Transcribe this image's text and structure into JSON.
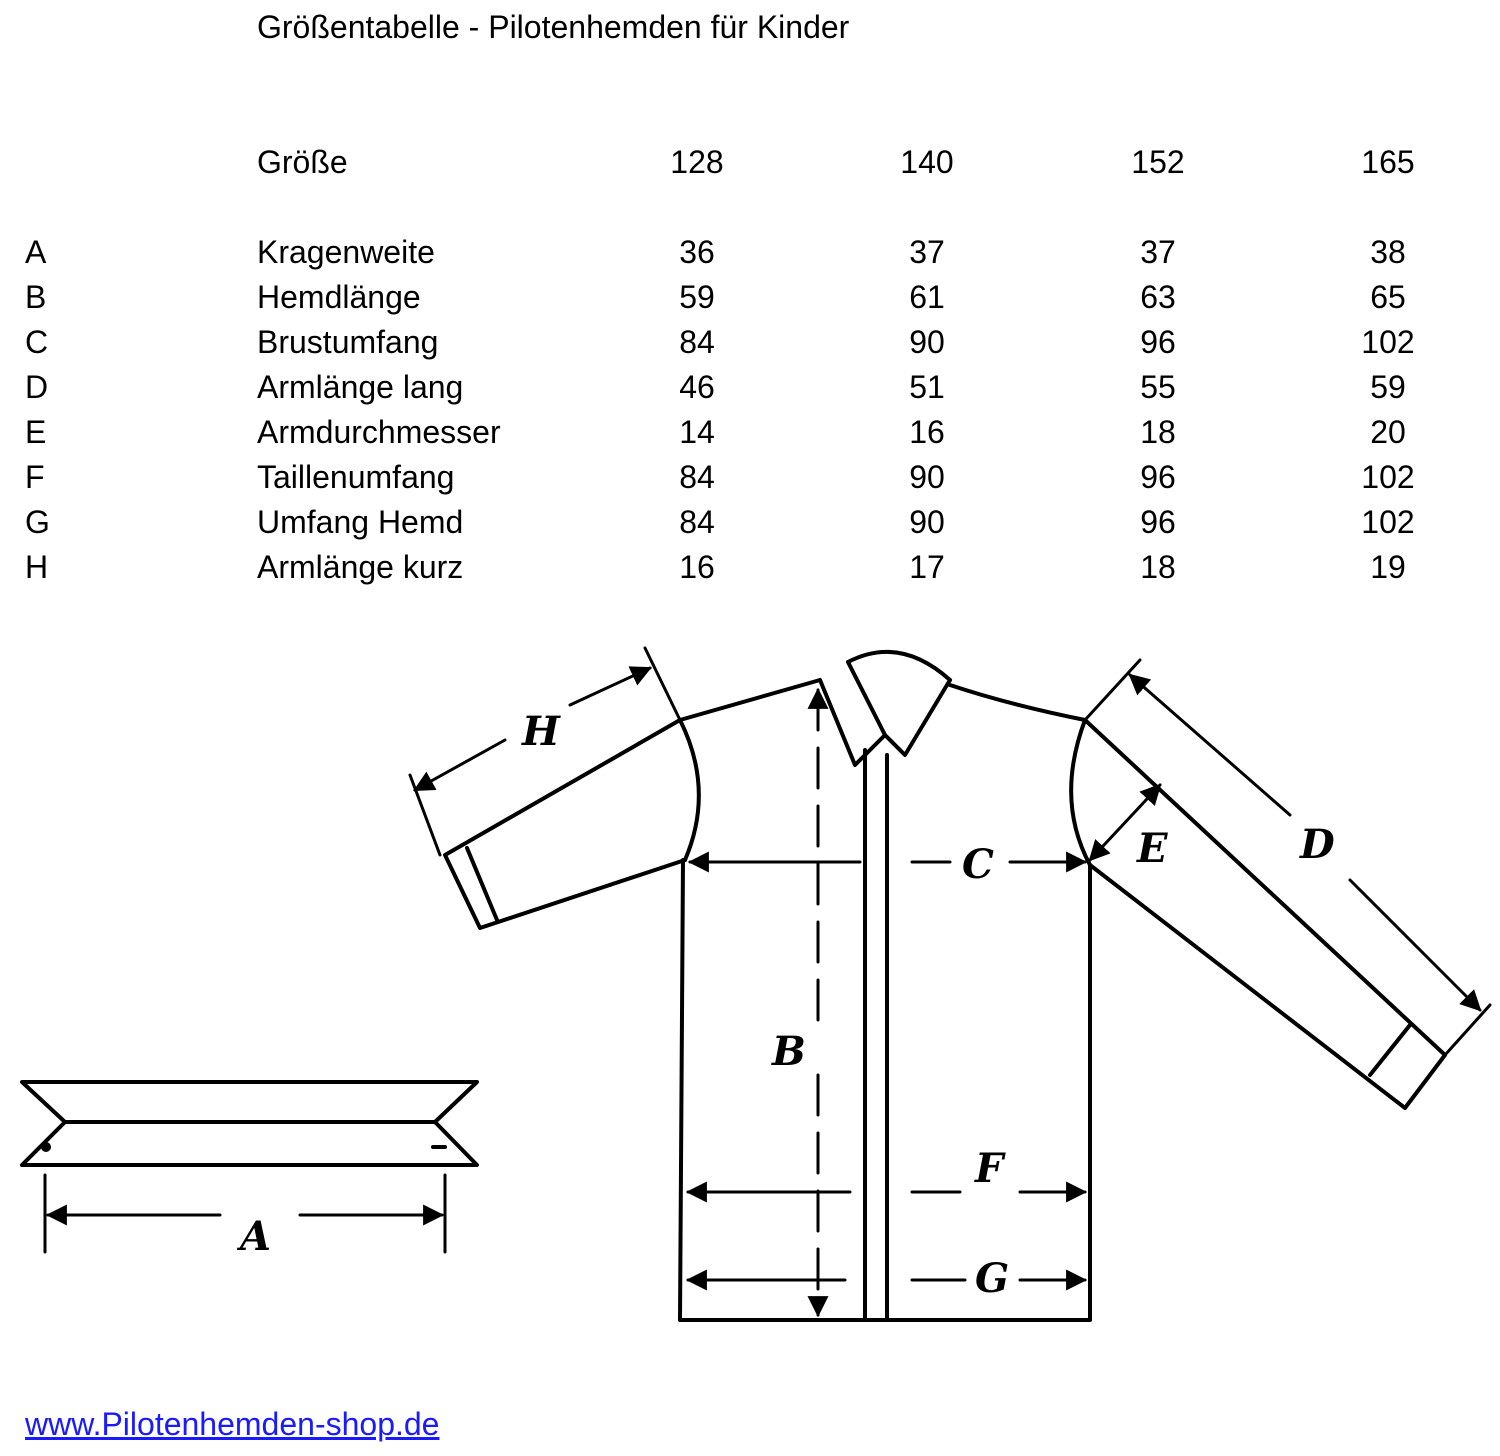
{
  "title": "Größentabelle - Pilotenhemden für Kinder",
  "table": {
    "header_label": "Größe",
    "sizes": [
      "128",
      "140",
      "152",
      "165"
    ],
    "rows": [
      {
        "letter": "A",
        "name": "Kragenweite",
        "values": [
          "36",
          "37",
          "37",
          "38"
        ]
      },
      {
        "letter": "B",
        "name": "Hemdlänge",
        "values": [
          "59",
          "61",
          "63",
          "65"
        ]
      },
      {
        "letter": "C",
        "name": "Brustumfang",
        "values": [
          "84",
          "90",
          "96",
          "102"
        ]
      },
      {
        "letter": "D",
        "name": "Armlänge lang",
        "values": [
          "46",
          "51",
          "55",
          "59"
        ]
      },
      {
        "letter": "E",
        "name": "Armdurchmesser",
        "values": [
          "14",
          "16",
          "18",
          "20"
        ]
      },
      {
        "letter": "F",
        "name": "Taillenumfang",
        "values": [
          "84",
          "90",
          "96",
          "102"
        ]
      },
      {
        "letter": "G",
        "name": "Umfang Hemd",
        "values": [
          "84",
          "90",
          "96",
          "102"
        ]
      },
      {
        "letter": "H",
        "name": "Armlänge kurz",
        "values": [
          "16",
          "17",
          "18",
          "19"
        ]
      }
    ]
  },
  "diagram": {
    "labels": {
      "A": "A",
      "B": "B",
      "C": "C",
      "D": "D",
      "E": "E",
      "F": "F",
      "G": "G",
      "H": "H"
    }
  },
  "footer": {
    "link": "www.Pilotenhemden-shop.de"
  }
}
